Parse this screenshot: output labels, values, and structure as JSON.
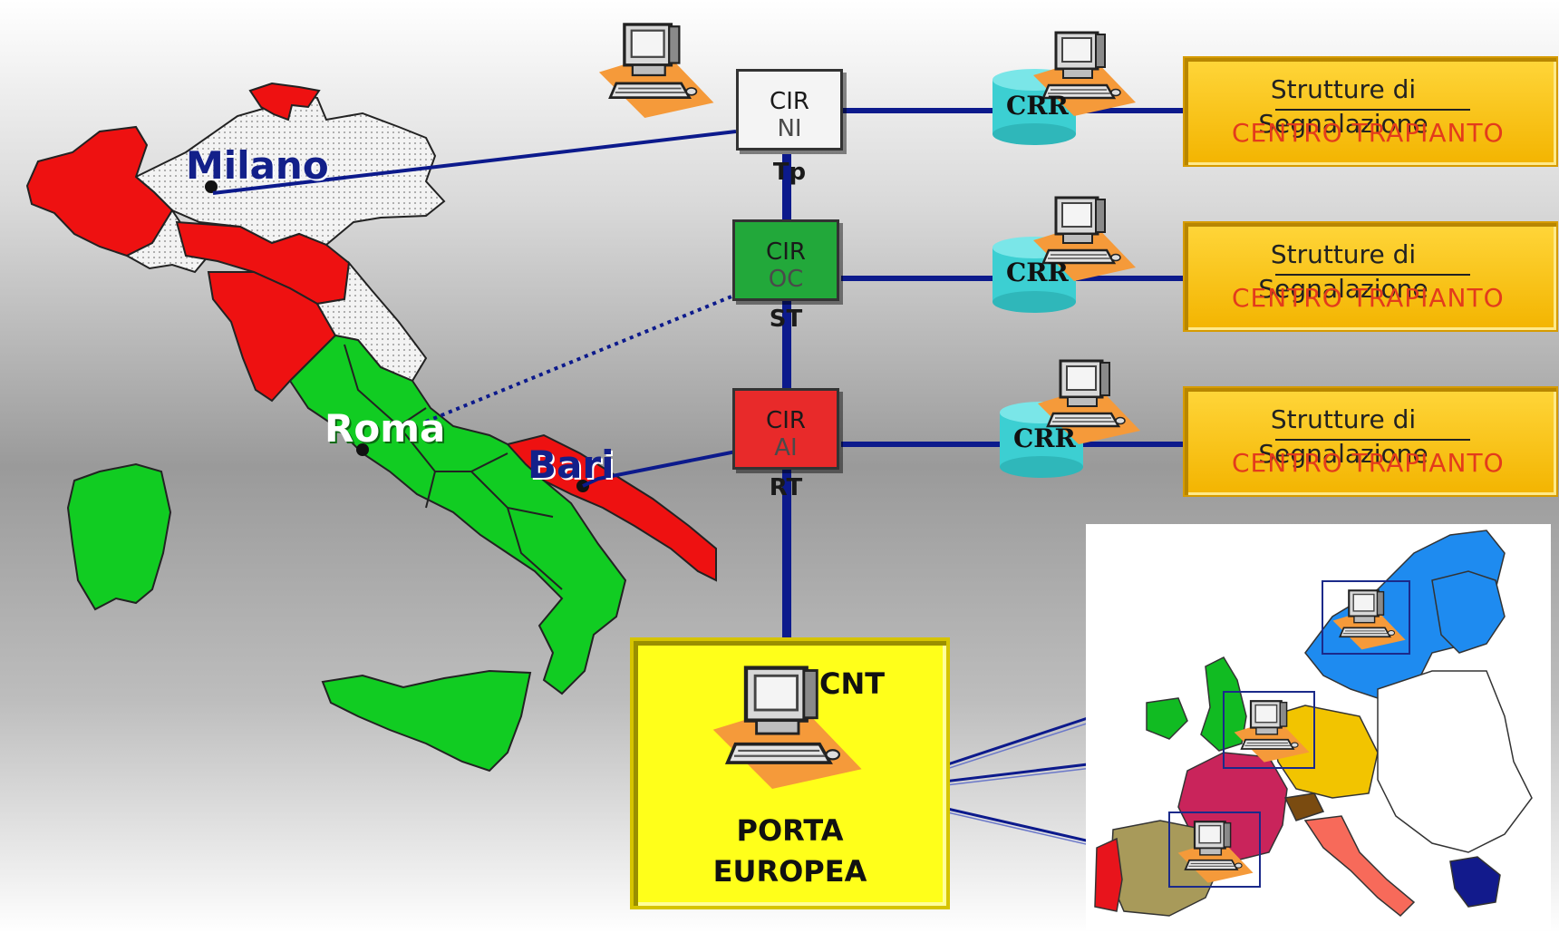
{
  "cities": {
    "milano": "Milano",
    "roma": "Roma",
    "bari": "Bari"
  },
  "cir_nodes": [
    {
      "line1": "CIR",
      "line2": "NI",
      "line3": "Tp",
      "color": "#f4f4f4"
    },
    {
      "line1": "CIR",
      "line2": "OC",
      "line3": "ST",
      "color": "#22a83a"
    },
    {
      "line1": "CIR",
      "line2": "AI",
      "line3": "RT",
      "color": "#e82a2a"
    }
  ],
  "crr_label": "CRR",
  "strutture": [
    {
      "line1": "Strutture di",
      "line2": "Segnalazione",
      "line3": "CENTRO TRAPIANTO"
    },
    {
      "line1": "Strutture di",
      "line2": "Segnalazione",
      "line3": "CENTRO TRAPIANTO"
    },
    {
      "line1": "Strutture di",
      "line2": "Segnalazione",
      "line3": "CENTRO TRAPIANTO"
    }
  ],
  "cnt": {
    "label": "CNT",
    "porta_line1": "PORTA",
    "porta_line2": "EUROPEA"
  },
  "colors": {
    "link_blue": "#0c1a8c",
    "red_region": "#ee1111",
    "green_region": "#11cc22",
    "white_region": "#f2f2f2",
    "cnt_yellow": "#ffff1a",
    "strutture_yellow": "#f7c200",
    "crr_cyan": "#3ccfd2"
  },
  "icons": [
    "computer-workstation-icon",
    "database-cylinder-icon"
  ]
}
